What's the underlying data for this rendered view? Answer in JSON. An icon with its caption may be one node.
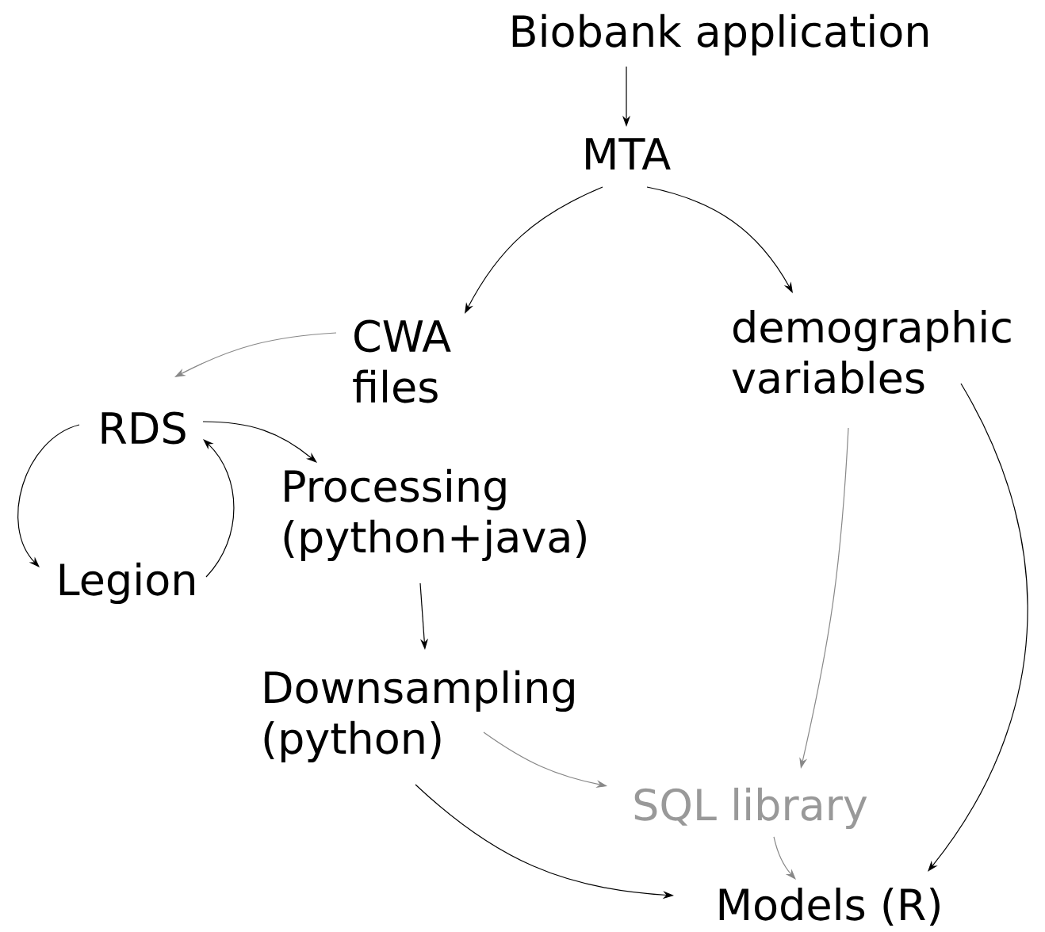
{
  "diagram": {
    "nodes": [
      {
        "text": [
          "Biobank application"
        ]
      },
      {
        "text": [
          "MTA"
        ]
      },
      {
        "text": [
          "CWA files"
        ]
      },
      {
        "text": [
          "demographic variables"
        ]
      },
      {
        "text": [
          "RDS"
        ]
      },
      {
        "text": [
          "Legion"
        ]
      },
      {
        "text": [
          "Processing (python+java)"
        ]
      },
      {
        "text": [
          "Downsampling (python)"
        ]
      },
      {
        "text": [
          "SQL library"
        ]
      },
      {
        "text": [
          "Models (R)"
        ]
      }
    ],
    "edges": [
      {
        "from": 0,
        "to": 1,
        "arrow": "to"
      },
      {
        "from": 1,
        "to": 2,
        "arrow": "to"
      },
      {
        "from": 1,
        "to": 3,
        "arrow": "to"
      },
      {
        "from": 2,
        "to": 4,
        "arrow": "to",
        "color": "#888888"
      },
      {
        "from": 4,
        "to": 6,
        "arrow": "to"
      },
      {
        "from": 4,
        "to": 5,
        "arrow": "to"
      },
      {
        "from": 5,
        "to": 4,
        "arrow": "to"
      },
      {
        "from": 6,
        "to": 7,
        "arrow": "to"
      },
      {
        "from": 7,
        "to": 8,
        "arrow": "to",
        "color": "#888888"
      },
      {
        "from": 7,
        "to": 9,
        "arrow": "to"
      },
      {
        "from": 3,
        "to": 8,
        "arrow": "to",
        "color": "#888888"
      },
      {
        "from": 3,
        "to": 9,
        "arrow": "to"
      },
      {
        "from": 8,
        "to": 9,
        "arrow": "to",
        "color": "#888888"
      }
    ]
  }
}
